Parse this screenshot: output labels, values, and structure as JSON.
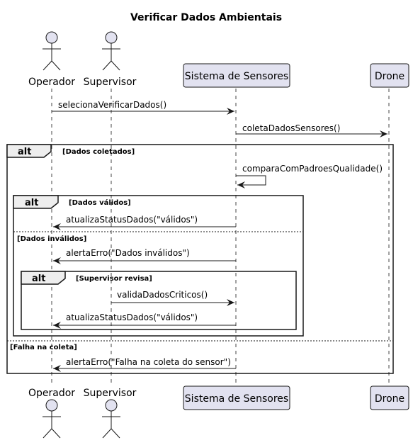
{
  "title": "Verificar Dados Ambientais",
  "participants": {
    "operador": "Operador",
    "supervisor": "Supervisor",
    "sensores": "Sistema de Sensores",
    "drone": "Drone"
  },
  "messages": {
    "m1": "selecionaVerificarDados()",
    "m2": "coletaDadosSensores()",
    "m3": "comparaComPadroesQualidade()",
    "m4": "atualizaStatusDados(\"válidos\")",
    "m5": "alertaErro(\"Dados inválidos\")",
    "m6": "validaDadosCriticos()",
    "m7": "atualizaStatusDados(\"válidos\")",
    "m8": "alertaErro(\"Falha na coleta do sensor\")"
  },
  "fragments": {
    "outer": {
      "keyword": "alt",
      "guard": "[Dados coletados]",
      "else_guard": "[Falha na coleta]"
    },
    "middle": {
      "keyword": "alt",
      "guard": "[Dados válidos]",
      "else_guard": "[Dados inválidos]"
    },
    "inner": {
      "keyword": "alt",
      "guard": "[Supervisor revisa]"
    }
  },
  "colors": {
    "participant_fill": "#E2E2F0",
    "participant_stroke": "#181818",
    "lifeline": "#181818",
    "fragment_header": "#EEEEEE"
  }
}
